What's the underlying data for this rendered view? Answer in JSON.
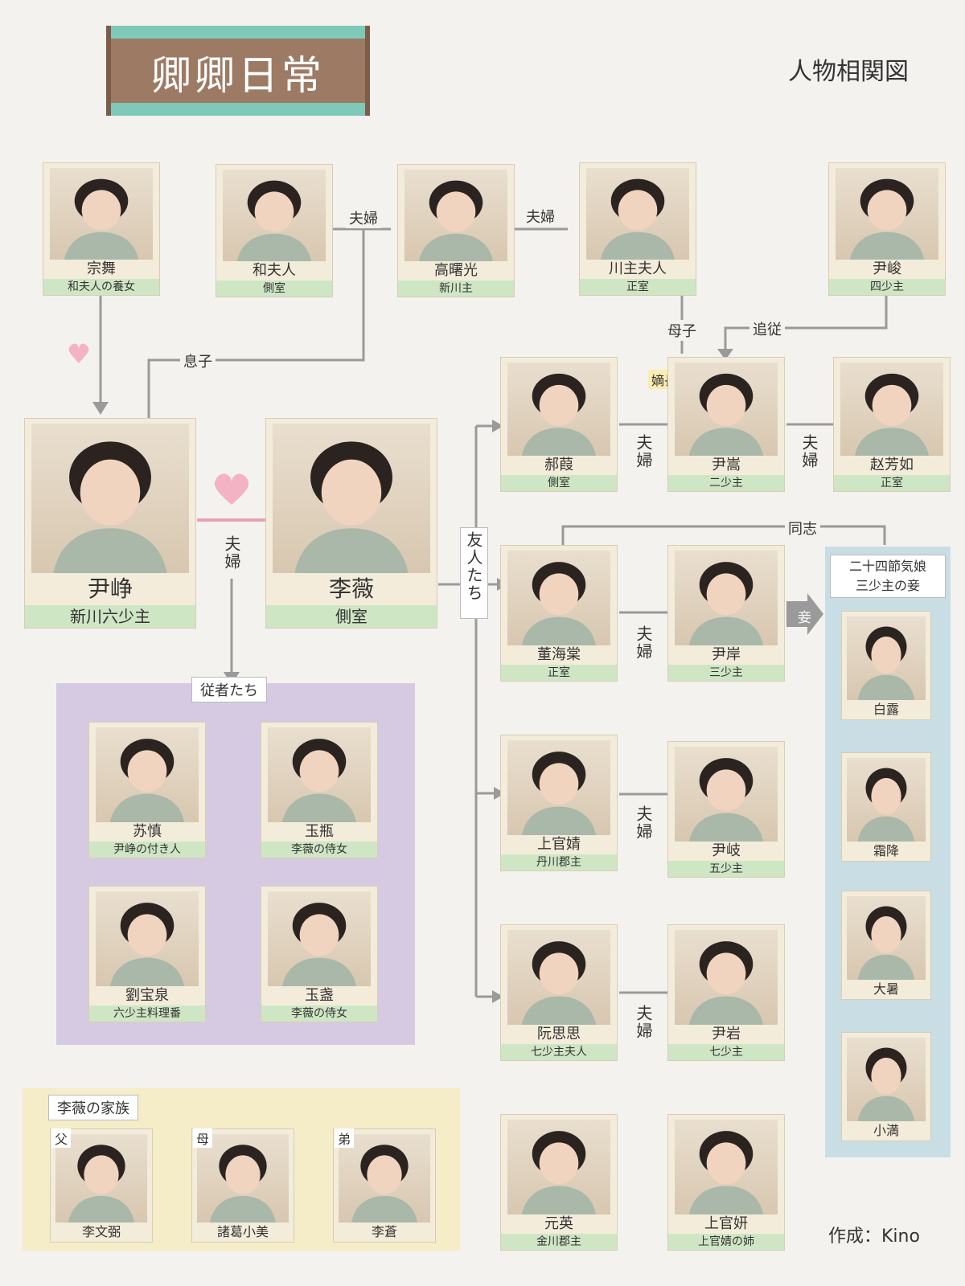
{
  "header": {
    "title": "卿卿日常",
    "chart_label": "人物相関図",
    "credit": "作成：Kino"
  },
  "people": {
    "zongwu": {
      "name": "宗舞",
      "role": "和夫人の養女"
    },
    "hefuren": {
      "name": "和夫人",
      "role": "側室"
    },
    "gaoshuguang": {
      "name": "高曙光",
      "role": "新川主"
    },
    "chuanzhu_furen": {
      "name": "川主夫人",
      "role": "正室"
    },
    "yinjun": {
      "name": "尹峻",
      "role": "四少主"
    },
    "yinzheng": {
      "name": "尹峥",
      "role": "新川六少主"
    },
    "liwei": {
      "name": "李薇",
      "role": "側室"
    },
    "haojia": {
      "name": "郝葭",
      "role": "側室"
    },
    "yinsong": {
      "name": "尹嵩",
      "role": "二少主"
    },
    "zhaofangru": {
      "name": "赵芳如",
      "role": "正室"
    },
    "donghaitang": {
      "name": "董海棠",
      "role": "正室"
    },
    "yinan": {
      "name": "尹岸",
      "role": "三少主"
    },
    "shangguanjing": {
      "name": "上官婧",
      "role": "丹川郡主"
    },
    "yinqi": {
      "name": "尹岐",
      "role": "五少主"
    },
    "ruansisi": {
      "name": "阮思思",
      "role": "七少主夫人"
    },
    "yinyan": {
      "name": "尹岩",
      "role": "七少主"
    },
    "yuanying": {
      "name": "元英",
      "role": "金川郡主"
    },
    "shangguanyan": {
      "name": "上官妍",
      "role": "上官婧の姉"
    },
    "sushen": {
      "name": "苏慎",
      "role": "尹峥の付き人"
    },
    "yuping": {
      "name": "玉瓶",
      "role": "李薇の侍女"
    },
    "liubaoquan": {
      "name": "劉宝泉",
      "role": "六少主料理番"
    },
    "yuzhan": {
      "name": "玉盏",
      "role": "李薇の侍女"
    },
    "bailu": {
      "name": "白露"
    },
    "shuangjiang": {
      "name": "霜降"
    },
    "dashu": {
      "name": "大暑"
    },
    "xiaoman": {
      "name": "小満"
    },
    "liwenbi": {
      "name": "李文弼"
    },
    "zhugexiaomei": {
      "name": "諸葛小美"
    },
    "licang": {
      "name": "李蒼"
    }
  },
  "relations": {
    "fufu": "夫婦",
    "fufu_v": "夫婦",
    "musuko": "息子",
    "boshi": "母子",
    "tsuishou": "追従",
    "chakuchoushi": "嫡長子",
    "tomodachi": "友人たち",
    "doushi": "同志",
    "mekake": "妾"
  },
  "groups": {
    "followers": "従者たち",
    "solar_terms": "二十四節気娘\n三少主の妾",
    "li_family": "李薇の家族",
    "father": "父",
    "mother": "母",
    "brother": "弟"
  },
  "colors": {
    "role_band": "#cfe6c5",
    "followers_bg": "#d6cae3",
    "solar_bg": "#c9dde4",
    "family_bg": "#f5ecc8",
    "heart": "#f3b3c4",
    "line": "#9a9a9a"
  }
}
